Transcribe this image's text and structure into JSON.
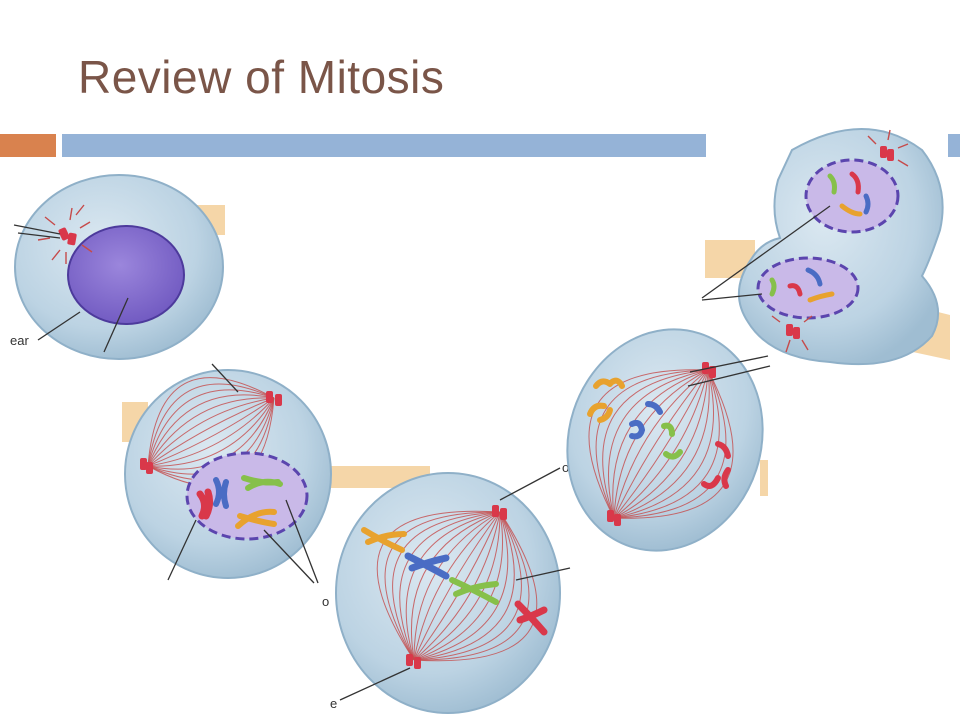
{
  "slide": {
    "title": "Review of Mitosis"
  },
  "colors": {
    "title": "#7a5548",
    "accent_orange": "#d9824e",
    "accent_blue": "#95b3d7",
    "cell_fill": "#bcd3e3",
    "cell_edge": "#8fb0c8",
    "nucleus_fill": "#c9b9e8",
    "nucleus_edge": "#6a54b4",
    "spindle": "#c64a4a",
    "centrosome": "#d9384a",
    "chromosome_red": "#d9384a",
    "chromosome_blue": "#4a6cc4",
    "chromosome_green": "#86c04a",
    "chromosome_orange": "#e8a22e",
    "tan_band": "#f5d6a8"
  },
  "labels": {
    "interphase_nuclear": "ear",
    "prophase_side": "o",
    "metaphase_corner": "o",
    "metaphase_bottom": "e"
  }
}
